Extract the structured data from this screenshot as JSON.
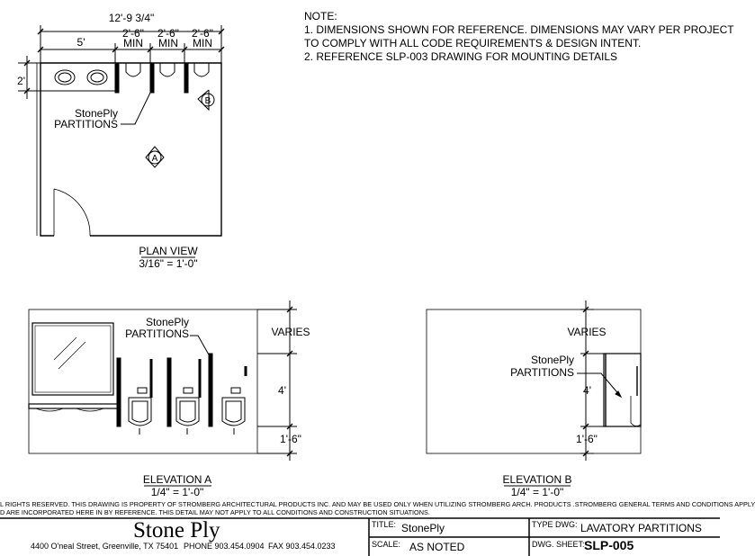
{
  "notes": {
    "title": "NOTE:",
    "line1": "1.  DIMENSIONS SHOWN FOR REFERENCE.  DIMENSIONS MAY VARY PER PROJECT",
    "line2": "TO COMPLY WITH ALL CODE REQUIREMENTS & DESIGN INTENT.",
    "line3": "2.  REFERENCE SLP-003 DRAWING FOR MOUNTING DETAILS"
  },
  "plan": {
    "dim_overall": "12'-9 3/4\"",
    "dim_5": "5'",
    "dim_min_1": "2'-6\"",
    "dim_min_2": "2'-6\"",
    "dim_min_3": "2'-6\"",
    "min_label_1": "MIN",
    "min_label_2": "MIN",
    "min_label_3": "MIN",
    "dim_2": "2'",
    "callout_line1": "StonePly",
    "callout_line2": "PARTITIONS",
    "marker_a": "A",
    "marker_b": "B",
    "title": "PLAN VIEW",
    "scale": "3/16\" = 1'-0\""
  },
  "elevation_a": {
    "callout_line1": "StonePly",
    "callout_line2": "PARTITIONS",
    "dim_varies": "VARIES",
    "dim_4": "4'",
    "dim_1_6": "1'-6\"",
    "title": "ELEVATION A",
    "scale": "1/4\" = 1'-0\""
  },
  "elevation_b": {
    "callout_line1": "StonePly",
    "callout_line2": "PARTITIONS",
    "dim_varies": "VARIES",
    "dim_4": "4'",
    "dim_1_6": "1'-6\"",
    "title": "ELEVATION B",
    "scale": "1/4\" = 1'-0\""
  },
  "disclaimer": {
    "line1": "L RIGHTS RESERVED. THIS DRAWING IS PROPERTY OF STROMBERG ARCHITECTURAL PRODUCTS INC. AND MAY BE USED ONLY WHEN UTILIZING STROMBERG ARCH. PRODUCTS .STROMBERG GENERAL TERMS AND CONDITIONS APPLY",
    "line2": "D ARE INCORPORATED HERE IN BY REFERENCE. THIS DETAIL MAY NOT APPLY TO ALL CONDITIONS AND CONSTRUCTION SITUATIONS."
  },
  "title_block": {
    "brand": "Stone Ply",
    "address": "4400 O'neal Street, Greenville, TX  75401",
    "phone": "PHONE 903.454.0904",
    "fax": "FAX 903.454.0233",
    "title_label": "TITLE:",
    "title_value": "StonePly",
    "scale_label": "SCALE:",
    "scale_value": "AS NOTED",
    "type_label": "TYPE DWG:",
    "type_value": "LAVATORY PARTITIONS",
    "sheet_label": "DWG. SHEET:",
    "sheet_value": "SLP-005"
  }
}
